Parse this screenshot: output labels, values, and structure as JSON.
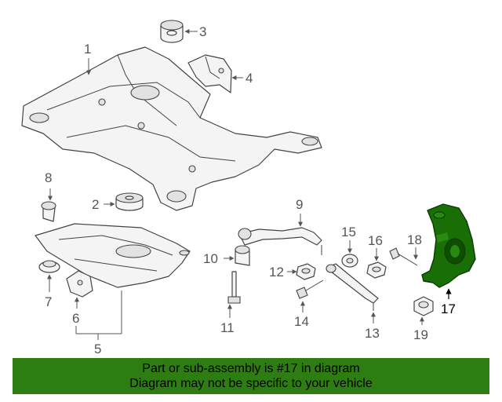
{
  "highlight_color": "#1a6e06",
  "banner_color": "#2e7d12",
  "callouts": {
    "c1": "1",
    "c2": "2",
    "c3": "3",
    "c4": "4",
    "c5": "5",
    "c6": "6",
    "c7": "7",
    "c8": "8",
    "c9": "9",
    "c10": "10",
    "c11": "11",
    "c12": "12",
    "c13": "13",
    "c14": "14",
    "c15": "15",
    "c16": "16",
    "c17": "17",
    "c18": "18",
    "c19": "19"
  },
  "banner": {
    "line1": "Part or sub-assembly is #17 in diagram",
    "line2": "Diagram may not be specific to your vehicle"
  }
}
